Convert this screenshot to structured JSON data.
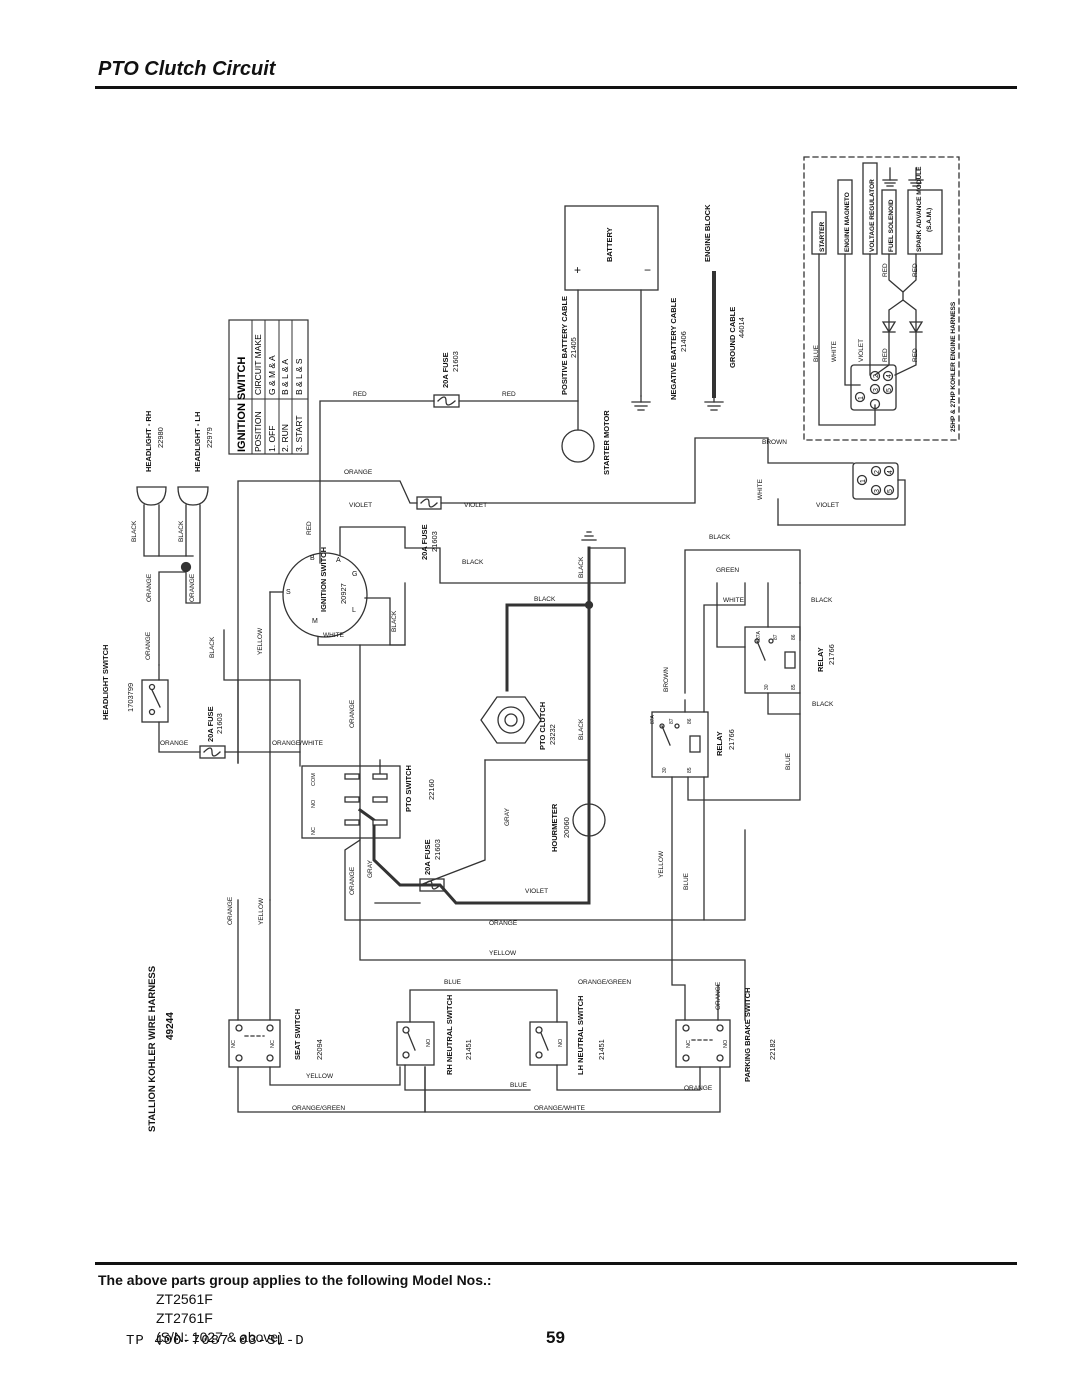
{
  "page": {
    "title": "PTO Clutch Circuit",
    "footer_code": "TP 400-7087-03-SL-D",
    "page_number": "59"
  },
  "models": {
    "heading": "The above parts group applies to the following Model Nos.:",
    "items": [
      "ZT2561F",
      "ZT2761F",
      "(S/N: 1027 & above)"
    ]
  },
  "diagram": {
    "harness": {
      "label": "STALLION KOHLER WIRE HARNESS",
      "number": "49244"
    },
    "engine_harness": "25HP & 27HP KOHLER ENGINE HARNESS",
    "components": {
      "battery": "BATTERY",
      "battery_plus": "+",
      "battery_minus": "−",
      "pos_cable": "POSITIVE BATTERY CABLE",
      "pos_cable_num": "21405",
      "neg_cable": "NEGATIVE BATTERY CABLE",
      "neg_cable_num": "21406",
      "ground_cable": "GROUND CABLE",
      "ground_cable_num": "44014",
      "engine_block": "ENGINE BLOCK",
      "starter_motor": "STARTER MOTOR",
      "starter": "STARTER",
      "engine_magneto": "ENGINE MAGNETO",
      "voltage_regulator": "VOLTAGE REGULATOR",
      "fuel_solenoid": "FUEL SOLENOID",
      "spark_advance": "SPARK ADVANCE MODULE",
      "sam": "(S.A.M.)",
      "headlight_rh": "HEADLIGHT - RH",
      "headlight_rh_num": "22980",
      "headlight_lh": "HEADLIGHT - LH",
      "headlight_lh_num": "22979",
      "headlight_switch": "HEADLIGHT SWITCH",
      "headlight_switch_num": "1703799",
      "fuse": "20A FUSE",
      "fuse_num": "21603",
      "ignition_switch": "IGNITION SWITCH",
      "ignition_switch_num": "20927",
      "pto_clutch": "PTO CLUTCH",
      "pto_clutch_num": "23232",
      "pto_switch": "PTO SWITCH",
      "pto_switch_num": "22160",
      "hourmeter": "HOURMETER",
      "hourmeter_num": "20060",
      "relay": "RELAY",
      "relay_num": "21766",
      "seat_switch": "SEAT SWITCH",
      "seat_switch_num": "22094",
      "rh_neutral": "RH NEUTRAL SWITCH",
      "rh_neutral_num": "21451",
      "lh_neutral": "LH NEUTRAL SWITCH",
      "lh_neutral_num": "21451",
      "parking_brake": "PARKING BRAKE SWITCH",
      "parking_brake_num": "22182"
    },
    "ignition_table": {
      "title": "IGNITION SWITCH",
      "headers": [
        "POSITION",
        "CIRCUIT MAKE"
      ],
      "rows": [
        [
          "1. OFF",
          "G & M & A"
        ],
        [
          "2. RUN",
          "B & L & A"
        ],
        [
          "3. START",
          "B & L & S"
        ]
      ]
    },
    "terminals": {
      "B": "B",
      "A": "A",
      "G": "G",
      "L": "L",
      "M": "M",
      "S": "S",
      "nc": "NC",
      "no": "NO",
      "com": "COM",
      "r30": "30",
      "r85": "85",
      "r86": "86",
      "r87": "87",
      "r87a": "87A",
      "p1": "1",
      "p2": "2",
      "p3": "3",
      "p4": "4",
      "p5": "5"
    },
    "wire_colors": {
      "red": "RED",
      "orange": "ORANGE",
      "violet": "VIOLET",
      "black": "BLACK",
      "white": "WHITE",
      "yellow": "YELLOW",
      "green": "GREEN",
      "brown": "BROWN",
      "blue": "BLUE",
      "gray": "GRAY",
      "orange_white": "ORANGE/WHITE",
      "orange_green": "ORANGE/GREEN"
    }
  }
}
